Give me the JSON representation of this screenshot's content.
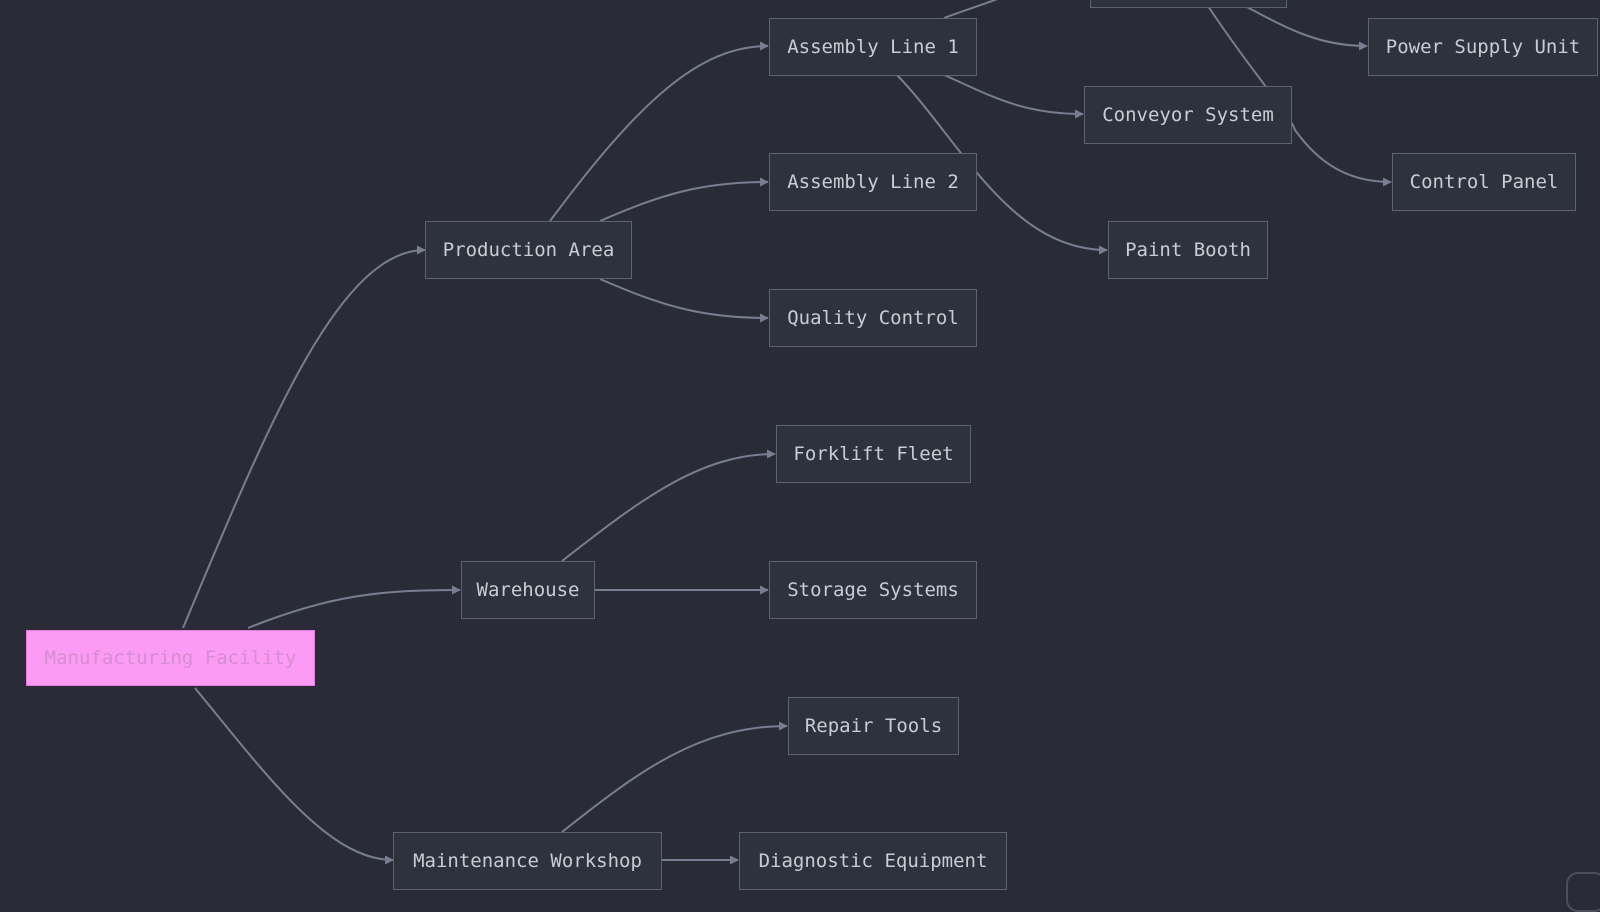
{
  "diagram": {
    "type": "mindmap-flowchart",
    "colors": {
      "background": "#292c36",
      "node_fill": "#2e323d",
      "node_border": "#5e6270",
      "edge": "#787d8f",
      "text": "#c8ccd4",
      "root_fill": "#fb9bf3",
      "root_text": "#d58dd3"
    },
    "nodes": [
      {
        "id": "manufacturing_facility",
        "label": "Manufacturing Facility",
        "root": true
      },
      {
        "id": "production_area",
        "label": "Production Area"
      },
      {
        "id": "warehouse",
        "label": "Warehouse"
      },
      {
        "id": "maintenance_workshop",
        "label": "Maintenance Workshop"
      },
      {
        "id": "assembly_line_1",
        "label": "Assembly Line 1"
      },
      {
        "id": "assembly_line_2",
        "label": "Assembly Line 2"
      },
      {
        "id": "quality_control",
        "label": "Quality Control"
      },
      {
        "id": "forklift_fleet",
        "label": "Forklift Fleet"
      },
      {
        "id": "storage_systems",
        "label": "Storage Systems"
      },
      {
        "id": "repair_tools",
        "label": "Repair Tools"
      },
      {
        "id": "diagnostic_equipment",
        "label": "Diagnostic Equipment"
      },
      {
        "id": "conveyor_system",
        "label": "Conveyor System"
      },
      {
        "id": "paint_booth",
        "label": "Paint Booth"
      },
      {
        "id": "power_supply_unit",
        "label": "Power Supply Unit"
      },
      {
        "id": "control_panel",
        "label": "Control Panel"
      },
      {
        "id": "offscreen_node",
        "label": ""
      }
    ],
    "edges": [
      {
        "from": "manufacturing_facility",
        "to": "production_area"
      },
      {
        "from": "manufacturing_facility",
        "to": "warehouse"
      },
      {
        "from": "manufacturing_facility",
        "to": "maintenance_workshop"
      },
      {
        "from": "production_area",
        "to": "assembly_line_1"
      },
      {
        "from": "production_area",
        "to": "assembly_line_2"
      },
      {
        "from": "production_area",
        "to": "quality_control"
      },
      {
        "from": "warehouse",
        "to": "forklift_fleet"
      },
      {
        "from": "warehouse",
        "to": "storage_systems"
      },
      {
        "from": "maintenance_workshop",
        "to": "repair_tools"
      },
      {
        "from": "maintenance_workshop",
        "to": "diagnostic_equipment"
      },
      {
        "from": "assembly_line_1",
        "to": "conveyor_system"
      },
      {
        "from": "assembly_line_1",
        "to": "paint_booth"
      },
      {
        "from": "assembly_line_1",
        "to": "offscreen_node"
      },
      {
        "from": "offscreen_node",
        "to": "power_supply_unit"
      },
      {
        "from": "offscreen_node",
        "to": "control_panel"
      }
    ]
  }
}
